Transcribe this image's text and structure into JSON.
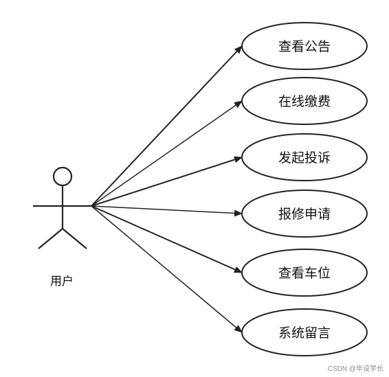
{
  "actor": {
    "label": "用户",
    "icon": "stick-figure-icon"
  },
  "use_cases": [
    {
      "label": "查看公告"
    },
    {
      "label": "在线缴费"
    },
    {
      "label": "发起投诉"
    },
    {
      "label": "报修申请"
    },
    {
      "label": "查看车位"
    },
    {
      "label": "系统留言"
    }
  ],
  "watermark": "CSDN @毕设学长",
  "colors": {
    "stroke": "#222222",
    "text": "#111111",
    "background": "#ffffff"
  }
}
